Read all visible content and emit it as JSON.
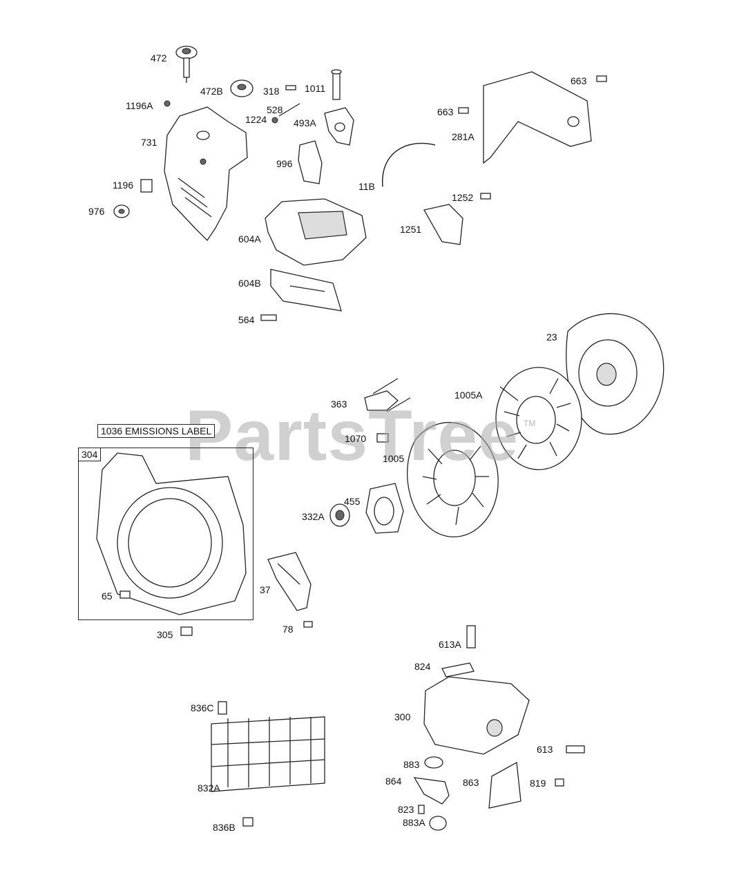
{
  "diagram": {
    "watermark": {
      "text": "PartsTree",
      "tm": "TM"
    },
    "boxed_labels": {
      "emissions_label": "1036 EMISSIONS LABEL",
      "group_304": "304"
    },
    "labels": [
      "472",
      "472B",
      "1196A",
      "318",
      "1011",
      "528",
      "1224",
      "493A",
      "731",
      "996",
      "1196",
      "976",
      "604A",
      "604B",
      "564",
      "663",
      "663",
      "281A",
      "11B",
      "1252",
      "1251",
      "23",
      "1005A",
      "363",
      "1070",
      "1005",
      "455",
      "332A",
      "37",
      "78",
      "65",
      "305",
      "613A",
      "824",
      "300",
      "613",
      "883",
      "864",
      "863",
      "819",
      "823",
      "883A",
      "836C",
      "832A",
      "836B"
    ]
  }
}
